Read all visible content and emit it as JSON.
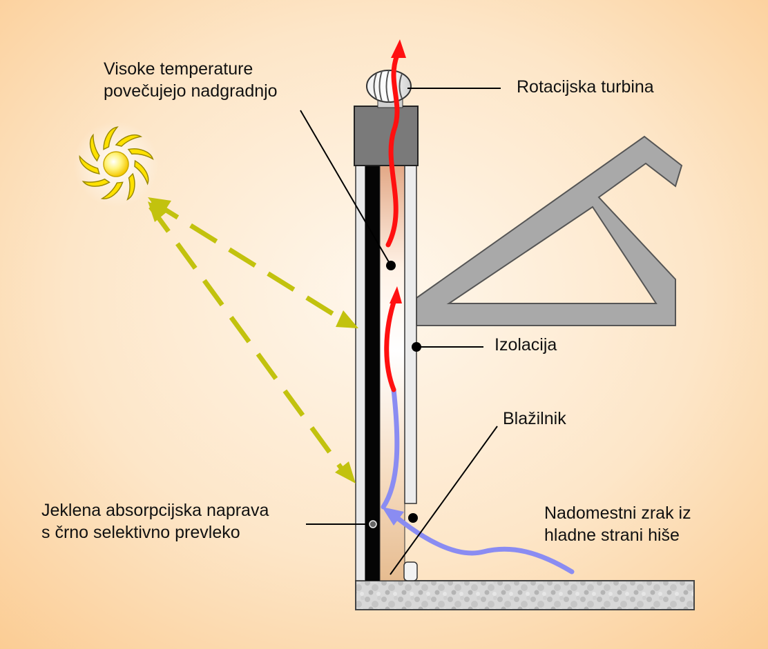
{
  "labels": {
    "high_temp_line1": "Visoke temperature",
    "high_temp_line2": "povečujejo nadgradnjo",
    "turbine": "Rotacijska turbina",
    "insulation": "Izolacija",
    "damper": "Blažilnik",
    "absorber_line1": "Jeklena absorpcijska naprava",
    "absorber_line2": "s črno selektivno prevleko",
    "makeup_air_line1": "Nadomestni zrak iz",
    "makeup_air_line2": "hladne strani hiše"
  },
  "colors": {
    "background_center": "#fff7ec",
    "background_edge": "#fbcd95",
    "hot_air": "#ff1010",
    "cool_air": "#8a8cf2",
    "sun_ray": "#c2c20e",
    "absorber": "#000000",
    "frame_gray": "#a8a8a8",
    "cap_gray": "#7a7a7a",
    "sun": "#ffe94a"
  }
}
